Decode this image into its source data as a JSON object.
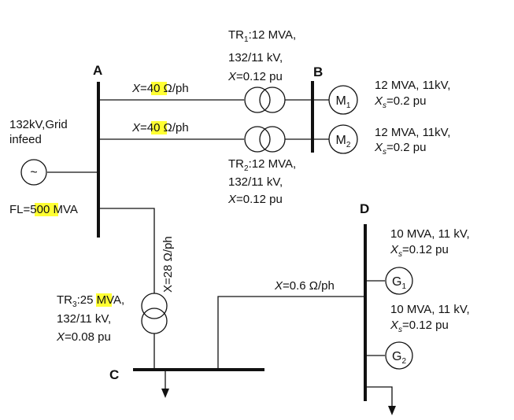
{
  "buses": {
    "a": "A",
    "b": "B",
    "c": "C",
    "d": "D"
  },
  "grid": {
    "line1": "132kV,Grid",
    "line2": "infeed",
    "source_symbol": "~",
    "fl_prefix": "FL=",
    "fl_value": "500",
    "fl_unit": " MVA"
  },
  "line_ab1": {
    "x": "X",
    "eq": "=",
    "value": "40",
    "unit": " Ω/ph"
  },
  "line_ab2": {
    "x": "X",
    "eq": "=",
    "value": "40",
    "unit": " Ω/ph"
  },
  "line_ac": {
    "text": "X=28 Ω/ph"
  },
  "line_cd": {
    "x": "X",
    "rest": "=0.6 Ω/ph"
  },
  "tr1": {
    "name": "TR",
    "sub": "1",
    "rating": ":12 MVA,",
    "ratio": "132/11 kV,",
    "x": "X",
    "x_val": "=0.12 pu"
  },
  "tr2": {
    "name": "TR",
    "sub": "2",
    "rating": ":12 MVA,",
    "ratio": "132/11 kV,",
    "x": "X",
    "x_val": "=0.12 pu"
  },
  "tr3": {
    "name": "TR",
    "sub": "3",
    "colon": ":",
    "mva_value": "25",
    "mva_unit": " MVA,",
    "ratio": "132/11 kV,",
    "x": "X",
    "x_val": "=0.08 pu"
  },
  "m1": {
    "letter": "M",
    "sub": "1",
    "rating": "12 MVA, 11kV,",
    "x": "X",
    "x_sub": "s",
    "x_val": "=0.2 pu"
  },
  "m2": {
    "letter": "M",
    "sub": "2",
    "rating": "12 MVA, 11kV,",
    "x": "X",
    "x_sub": "s",
    "x_val": "=0.2 pu"
  },
  "g1": {
    "letter": "G",
    "sub": "1",
    "rating": "10 MVA, 11 kV,",
    "x": "X",
    "x_sub": "s",
    "x_val": "=0.12 pu"
  },
  "g2": {
    "letter": "G",
    "sub": "2",
    "rating": "10 MVA, 11 kV,",
    "x": "X",
    "x_sub": "s",
    "x_val": "=0.12 pu"
  },
  "colors": {
    "highlight": "#ffff33",
    "line": "#111111"
  }
}
